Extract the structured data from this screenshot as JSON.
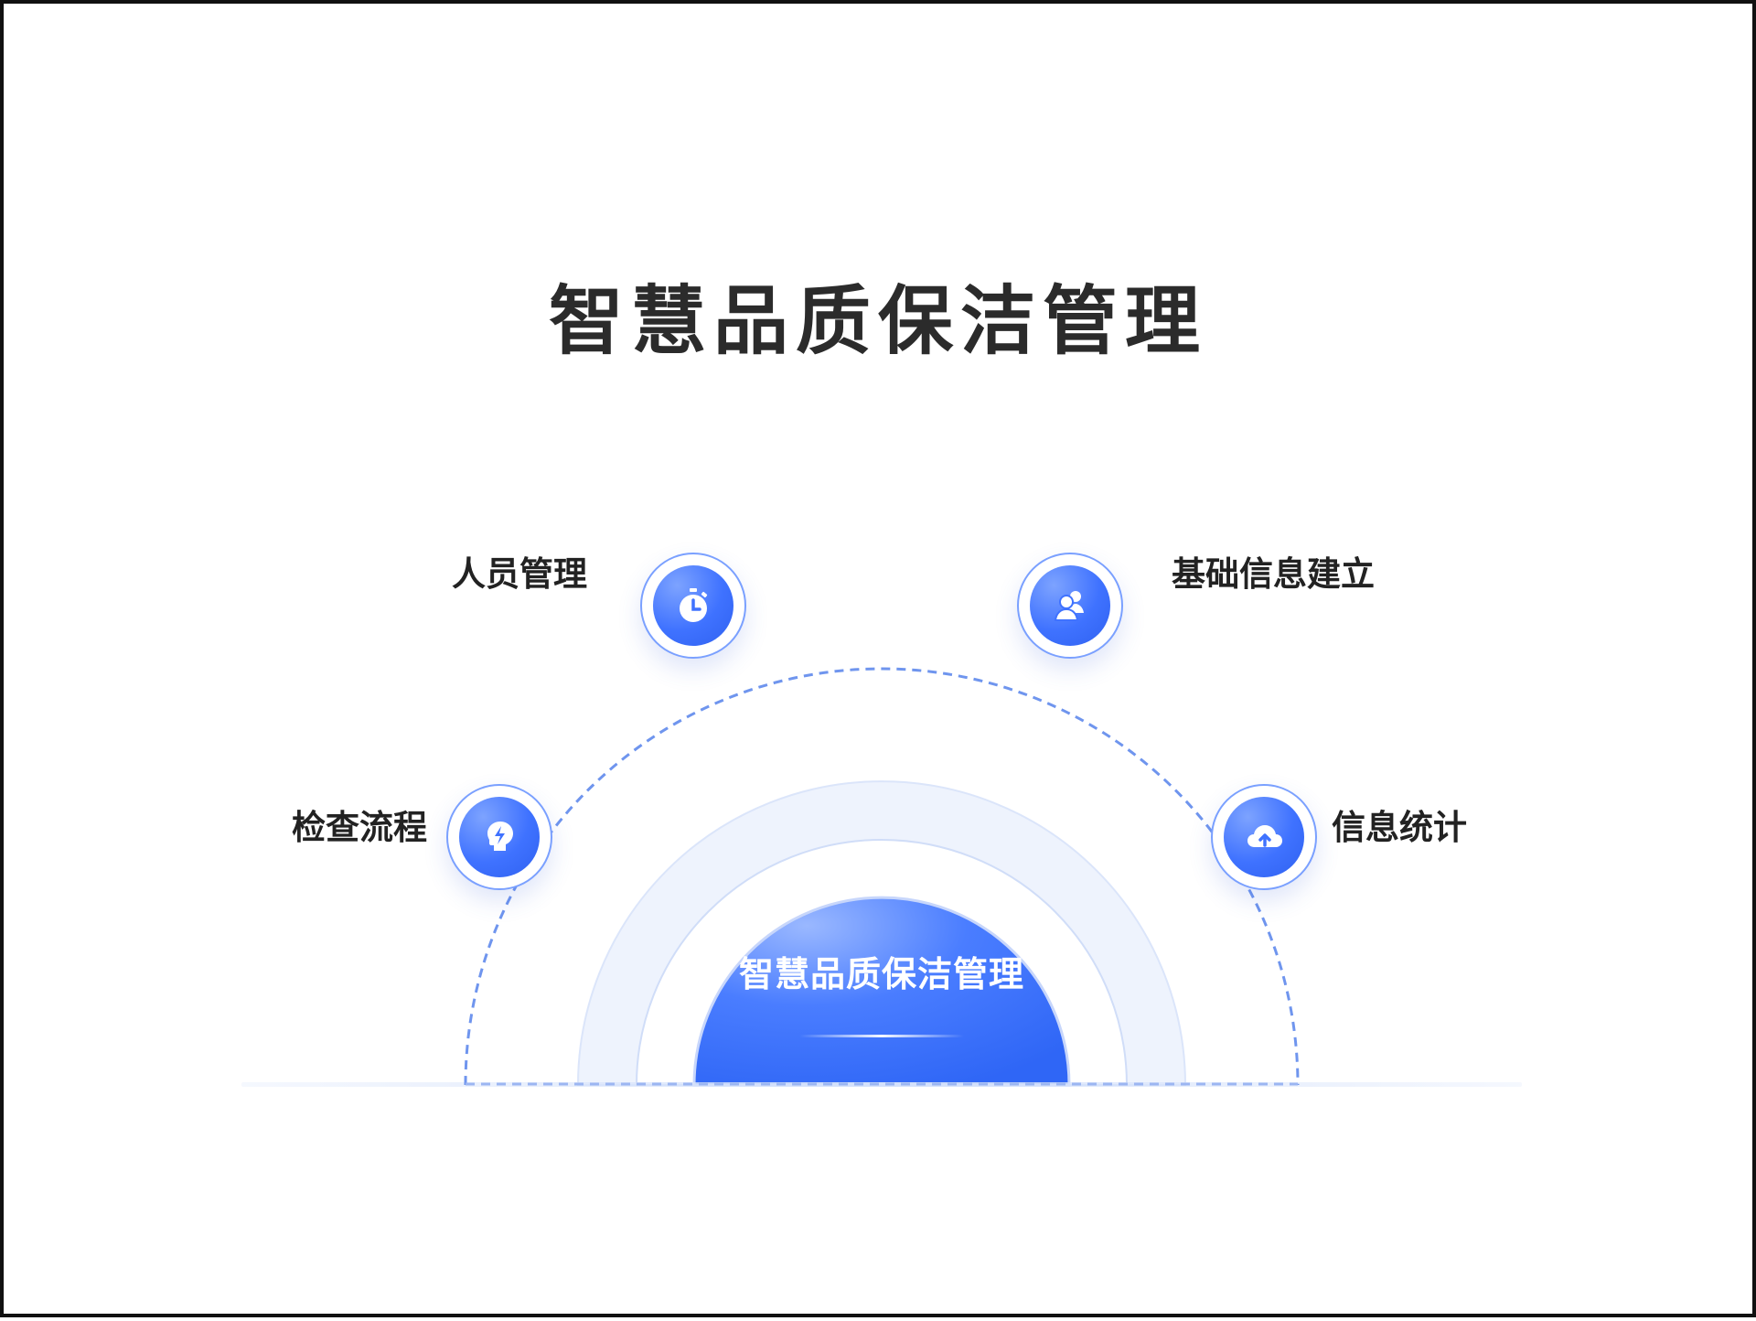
{
  "title": "智慧品质保洁管理",
  "center": {
    "label": "智慧品质保洁管理"
  },
  "nodes": [
    {
      "label": "检查流程",
      "icon": "head-lightning-icon"
    },
    {
      "label": "人员管理",
      "icon": "stopwatch-icon"
    },
    {
      "label": "基础信息建立",
      "icon": "users-icon"
    },
    {
      "label": "信息统计",
      "icon": "cloud-upload-icon"
    }
  ],
  "colors": {
    "accent": "#3f72ff",
    "dashed_line": "#6f95ee",
    "ring": "#eef3fd",
    "title": "#2b2b2b"
  }
}
